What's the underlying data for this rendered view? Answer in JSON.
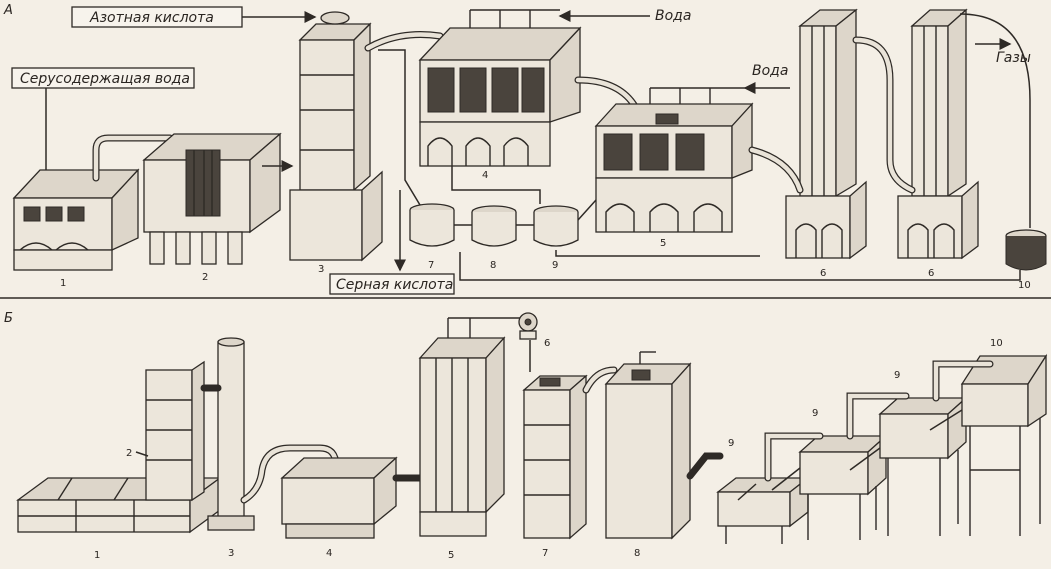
{
  "panel_a": {
    "section_letter": "А",
    "labels": {
      "nitric_acid": "Азотная кислота",
      "sulfur_water": "Серусодержащая вода",
      "water_top": "Вода",
      "water_mid": "Вода",
      "gases": "Газы",
      "sulfuric_acid": "Серная кислота"
    },
    "numbers": [
      "1",
      "2",
      "3",
      "4",
      "5",
      "6",
      "6",
      "7",
      "8",
      "9",
      "10"
    ]
  },
  "panel_b": {
    "section_letter": "Б",
    "numbers": [
      "1",
      "2",
      "3",
      "4",
      "5",
      "6",
      "7",
      "8",
      "9",
      "9",
      "9",
      "10"
    ]
  }
}
